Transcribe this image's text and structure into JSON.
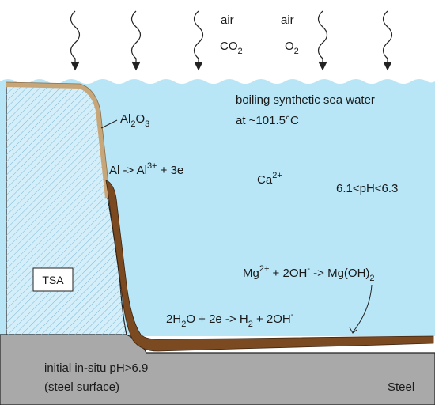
{
  "labels": {
    "air1": "air",
    "air2": "air",
    "co2_main": "CO",
    "co2_sub": "2",
    "o2_main": "O",
    "o2_sub": "2",
    "water_line1": "boiling synthetic sea water",
    "water_line2": "at ~101.5°C",
    "al2o3_a": "Al",
    "al2o3_b": "2",
    "al2o3_c": "O",
    "al2o3_d": "3",
    "al_rxn_a": "Al -> Al",
    "al_rxn_b": "3+",
    "al_rxn_c": " + 3e",
    "ca_a": "Ca",
    "ca_b": "2+",
    "ph_range": "6.1<pH<6.3",
    "tsa": "TSA",
    "mg_a": "Mg",
    "mg_b": "2+",
    "mg_c": " + 2OH",
    "mg_d": "-",
    "mg_e": " -> Mg(OH)",
    "mg_f": "2",
    "h2_a": "2H",
    "h2_b": "2",
    "h2_c": "O + 2e -> H",
    "h2_d": "2",
    "h2_e": " + 2OH",
    "h2_f": "-",
    "insitu_line1": "initial in-situ pH>6.9",
    "insitu_line2": "(steel surface)",
    "steel": "Steel"
  },
  "colors": {
    "water": "#b8e6f7",
    "steel": "#a9a9a9",
    "tsa": "#d4eff9",
    "tsa_hatch": "#7fb8d4",
    "oxide": "#c7a77a",
    "deposit": "#7b4a21"
  }
}
